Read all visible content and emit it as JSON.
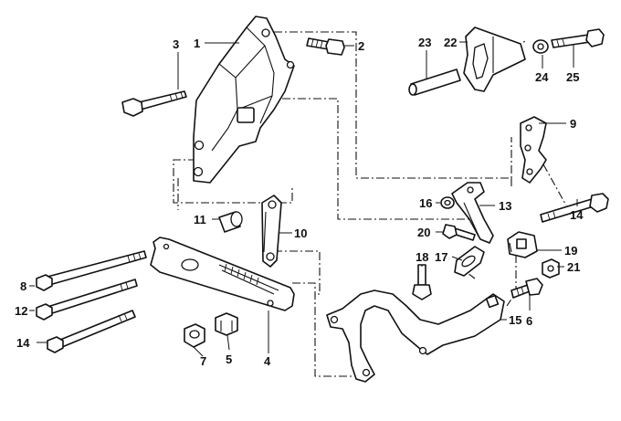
{
  "diagram": {
    "title": "",
    "accent_color": "#111111",
    "background_color": "#ffffff",
    "labels": {
      "l1": "1",
      "l2": "2",
      "l3": "3",
      "l4": "4",
      "l5": "5",
      "l6": "6",
      "l7": "7",
      "l8": "8",
      "l9": "9",
      "l10": "10",
      "l11": "11",
      "l12": "12",
      "l13": "13",
      "l14a": "14",
      "l14b": "14",
      "l15": "15",
      "l16": "16",
      "l17": "17",
      "l18": "18",
      "l19": "19",
      "l20": "20",
      "l21": "21",
      "l22": "22",
      "l23": "23",
      "l24": "24",
      "l25": "25"
    }
  }
}
